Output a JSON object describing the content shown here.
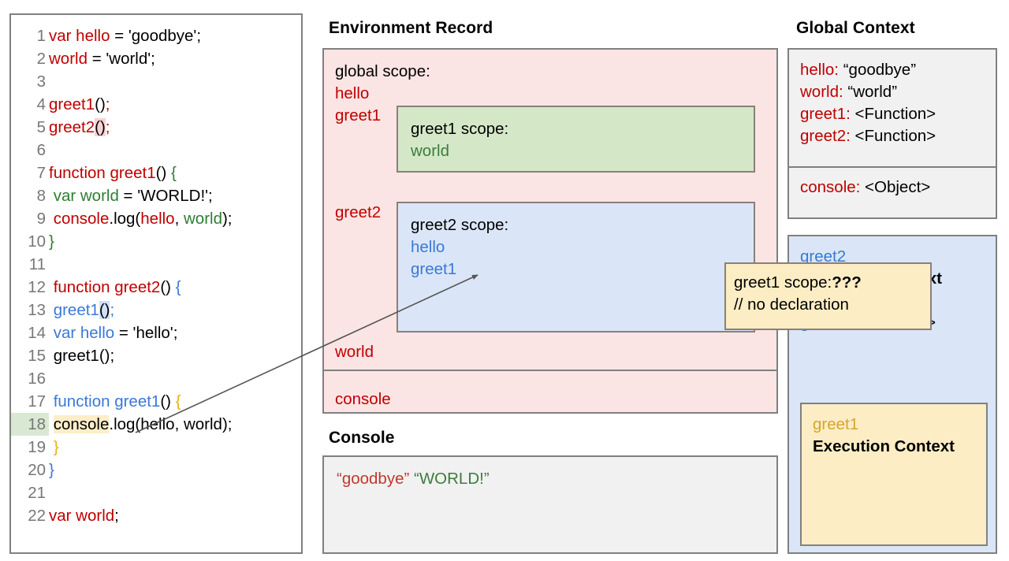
{
  "code_panel": {
    "lines": [
      {
        "n": "1",
        "tokens": [
          {
            "t": "var hello",
            "c": "red"
          },
          {
            "t": " = 'goodbye';",
            "c": "black"
          }
        ]
      },
      {
        "n": "2",
        "tokens": [
          {
            "t": "world",
            "c": "red"
          },
          {
            "t": " = 'world';",
            "c": "black"
          }
        ]
      },
      {
        "n": "3",
        "tokens": []
      },
      {
        "n": "4",
        "tokens": [
          {
            "t": "greet1",
            "c": "red"
          },
          {
            "t": "()",
            "c": "black"
          },
          {
            "t": ";",
            "c": "red"
          }
        ]
      },
      {
        "n": "5",
        "tokens": [
          {
            "t": "greet2",
            "c": "red"
          },
          {
            "t": "()",
            "c": "black",
            "hl": "pink"
          },
          {
            "t": ";",
            "c": "red"
          }
        ]
      },
      {
        "n": "6",
        "tokens": []
      },
      {
        "n": "7",
        "tokens": [
          {
            "t": "function greet1",
            "c": "red"
          },
          {
            "t": "() ",
            "c": "black"
          },
          {
            "t": "{",
            "c": "green"
          }
        ]
      },
      {
        "n": "8",
        "tokens": [
          {
            "t": " var world",
            "c": "green"
          },
          {
            "t": " = 'WORLD!';",
            "c": "black"
          }
        ]
      },
      {
        "n": "9",
        "tokens": [
          {
            "t": " ",
            "c": "black"
          },
          {
            "t": "console",
            "c": "red"
          },
          {
            "t": ".log(",
            "c": "black"
          },
          {
            "t": "hello",
            "c": "red"
          },
          {
            "t": ", ",
            "c": "black"
          },
          {
            "t": "world",
            "c": "green"
          },
          {
            "t": ");",
            "c": "black"
          }
        ]
      },
      {
        "n": "10",
        "tokens": [
          {
            "t": "}",
            "c": "green"
          }
        ]
      },
      {
        "n": "11",
        "tokens": []
      },
      {
        "n": "12",
        "tokens": [
          {
            "t": " function greet2",
            "c": "red"
          },
          {
            "t": "() ",
            "c": "black"
          },
          {
            "t": "{",
            "c": "blue"
          }
        ]
      },
      {
        "n": "13",
        "tokens": [
          {
            "t": " greet1",
            "c": "blue"
          },
          {
            "t": "()",
            "c": "black",
            "hl": "blue"
          },
          {
            "t": ";",
            "c": "blue"
          }
        ]
      },
      {
        "n": "14",
        "tokens": [
          {
            "t": " var hello",
            "c": "blue"
          },
          {
            "t": " = 'hello';",
            "c": "black"
          }
        ]
      },
      {
        "n": "15",
        "tokens": [
          {
            "t": " greet1();",
            "c": "black"
          }
        ]
      },
      {
        "n": "16",
        "tokens": []
      },
      {
        "n": "17",
        "tokens": [
          {
            "t": " function greet1",
            "c": "blue"
          },
          {
            "t": "() ",
            "c": "black"
          },
          {
            "t": "{",
            "c": "gold"
          }
        ]
      },
      {
        "n": "18",
        "tokens": [
          {
            "t": " ",
            "c": "black"
          },
          {
            "t": "console",
            "c": "black",
            "hl": "cream"
          },
          {
            "t": ".log(hello, world);",
            "c": "black"
          }
        ],
        "lnhl": "green"
      },
      {
        "n": "19",
        "tokens": [
          {
            "t": " ",
            "c": "black"
          },
          {
            "t": "}",
            "c": "gold"
          }
        ]
      },
      {
        "n": "20",
        "tokens": [
          {
            "t": "}",
            "c": "blue"
          }
        ]
      },
      {
        "n": "21",
        "tokens": []
      },
      {
        "n": "22",
        "tokens": [
          {
            "t": "var world",
            "c": "red"
          },
          {
            "t": ";",
            "c": "black"
          }
        ]
      }
    ]
  },
  "environment_record": {
    "title": "Environment Record",
    "global_scope_label": "global scope:",
    "global_bindings_top": [
      "hello",
      "greet1"
    ],
    "greet2_binding": "greet2",
    "world_binding": "world",
    "console_binding": "console",
    "greet1_scope": {
      "title": "greet1 scope:",
      "bindings": [
        "world"
      ]
    },
    "greet2_scope": {
      "title": "greet2 scope:",
      "bindings": [
        "hello",
        "greet1"
      ],
      "inner_greet1_scope": {
        "line1_prefix": "greet1 scope:",
        "line1_emphasis": "???",
        "line2": "// no declaration"
      }
    }
  },
  "console_panel": {
    "title": "Console",
    "output": [
      {
        "text": "“goodbye”",
        "color": "#c0392f"
      },
      {
        "text": "“WORLD!”",
        "color": "#3b7d3b"
      }
    ]
  },
  "global_context": {
    "title": "Global Context",
    "rows": [
      {
        "key": "hello",
        "value": "“goodbye”"
      },
      {
        "key": "world",
        "value": "“world”"
      },
      {
        "key": "greet1",
        "value": "<Function>"
      },
      {
        "key": "greet2",
        "value": "<Function>"
      }
    ],
    "console_row": {
      "key": "console",
      "value": "<Object>"
    }
  },
  "greet2_execution_context": {
    "name": "greet2",
    "label": "Execution Context",
    "binding_key": "greet1:",
    "binding_value": "<Function>",
    "greet1_execution_context": {
      "name": "greet1",
      "label": "Execution Context"
    }
  },
  "colors": {
    "red": "#c00000",
    "green": "#2e7d32",
    "blue": "#3b78d8",
    "gold": "#e8b30b",
    "pink_panel": "#fbe4e4",
    "green_box": "#d4e8c8",
    "blue_box": "#dae6f7",
    "yellow_box": "#fdedc4",
    "gray_box": "#f1f1f1",
    "border": "#808080"
  }
}
